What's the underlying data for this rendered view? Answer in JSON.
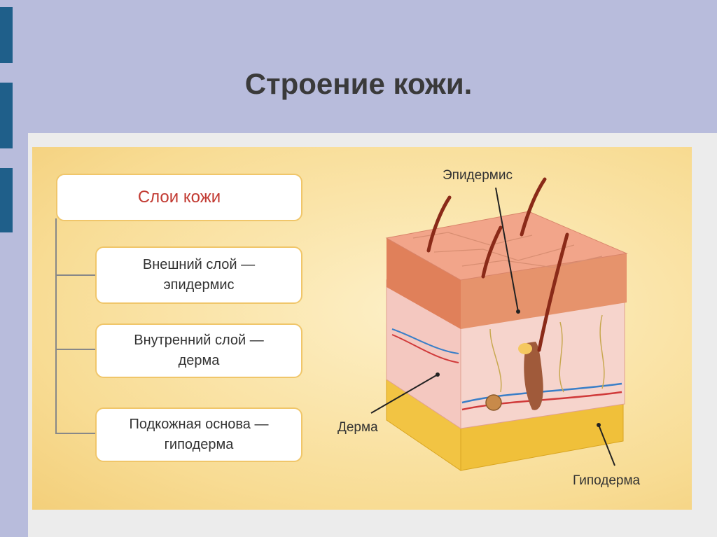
{
  "slide": {
    "title": "Строение кожи."
  },
  "hierarchy": {
    "header": "Слои кожи",
    "layers": [
      {
        "line1": "Внешний слой —",
        "line2": "эпидермис"
      },
      {
        "line1": "Внутренний слой —",
        "line2": "дерма"
      },
      {
        "line1": "Подкожная основа —",
        "line2": "гиподерма"
      }
    ]
  },
  "diagram": {
    "labels": {
      "epidermis": "Эпидермис",
      "dermis": "Дерма",
      "hypodermis": "Гиподерма"
    }
  },
  "colors": {
    "title": "#3a3a3a",
    "header_text": "#c23a32",
    "accent_bar": "#1f5f8a",
    "skin": "#e8907a"
  }
}
